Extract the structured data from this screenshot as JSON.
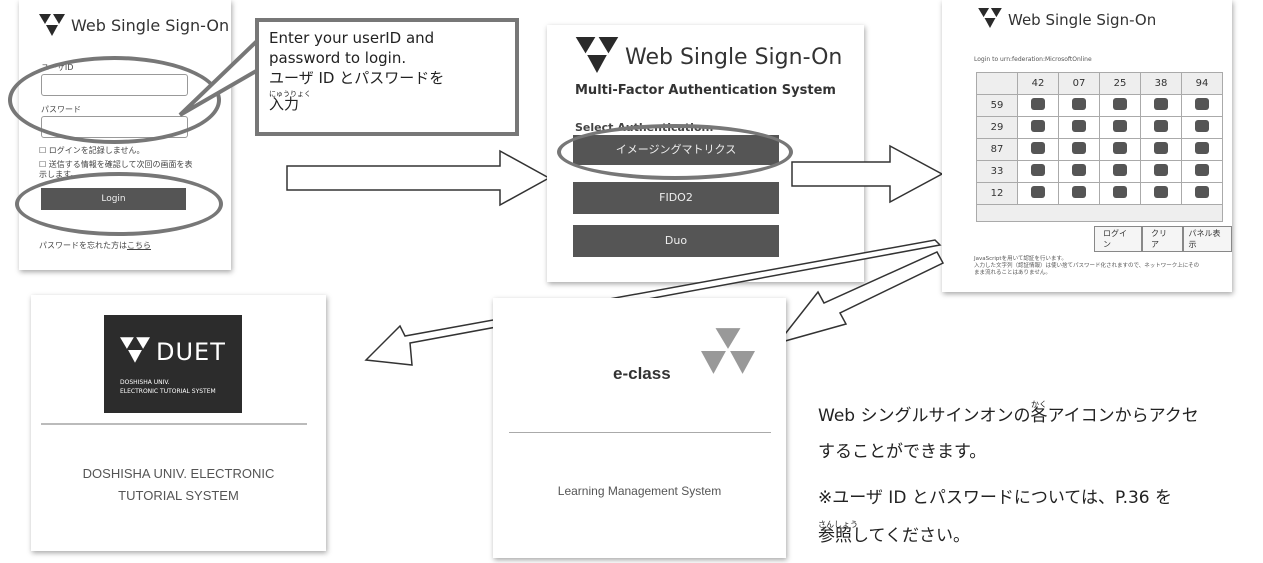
{
  "login_panel": {
    "logo_text": "Web Single Sign-On",
    "userid_label": "ユーザID",
    "password_label": "パスワード",
    "remember_label": "ログインを記録しません。",
    "consent_label": "送信する情報を確認して次回の画面を表示します。",
    "login_button": "Login",
    "forgot_text": "パスワードを忘れた方は",
    "forgot_link": "こちら"
  },
  "callout": {
    "line1": "Enter your userID  and",
    "line2": "password to login.",
    "line3": "ユーザ ID とパスワードを",
    "ruby": "にゅうりょく",
    "line4": "入力"
  },
  "mfa_panel": {
    "logo_text": "Web Single Sign-On",
    "title": "Multi-Factor Authentication System",
    "select_label": "Select Authentication.",
    "options": [
      "イメージングマトリクス",
      "FIDO2",
      "Duo"
    ]
  },
  "matrix_panel": {
    "logo_text": "Web Single Sign-On",
    "login_to": "Login to urn:federation:MicrosoftOnline",
    "columns": [
      "42",
      "07",
      "25",
      "38",
      "94"
    ],
    "rows": [
      "59",
      "29",
      "87",
      "33",
      "12"
    ],
    "buttons": [
      "ログイン",
      "クリア",
      "パネル表示"
    ],
    "note1": "JavaScriptを用いて認証を行います。",
    "note2": "入力した文字列（認証情報）は使い捨てパスワード化されますので、ネットワーク上にその",
    "note3": "まま流れることはありません。"
  },
  "duet_panel": {
    "logo": "DUET",
    "logo_sub1": "DOSHISHA UNIV.",
    "logo_sub2": "ELECTRONIC TUTORIAL SYSTEM",
    "caption1": "DOSHISHA UNIV. ELECTRONIC",
    "caption2": "TUTORIAL SYSTEM"
  },
  "eclass_panel": {
    "title": "e-class",
    "caption": "Learning Management System"
  },
  "note": {
    "line1_pre": "Web シングルサインオンの",
    "line1_ruby": "かく",
    "line1_kanji": "各",
    "line1_post": "アイコンからアクセ",
    "line2": "することができます。",
    "line3": "※ユーザ ID とパスワードについては、P.36 を",
    "line4_ruby": "さんしょう",
    "line4_kanji": "参照",
    "line4_post": "してください。"
  },
  "colors": {
    "dark_button": "#555555",
    "oval": "#777777",
    "arrow_stroke": "#333333",
    "logo_tri": "#2a2a2a"
  }
}
